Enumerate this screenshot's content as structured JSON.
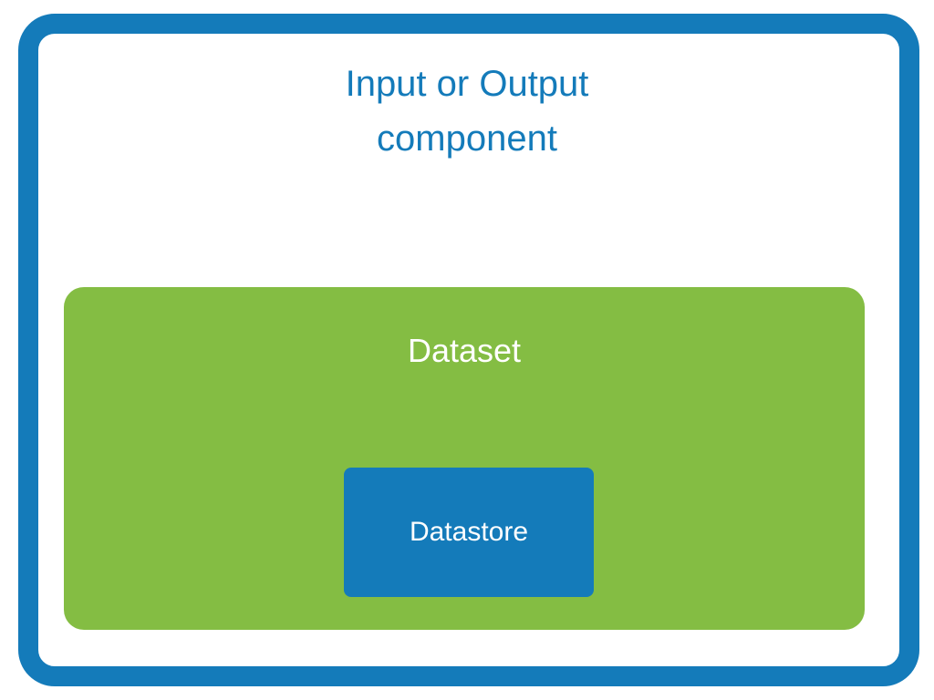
{
  "colors": {
    "component_blue": "#147bba",
    "dataset_green": "#84bd43",
    "text_white": "#ffffff"
  },
  "component": {
    "title_line1": "Input or Output",
    "title_line2": "component"
  },
  "dataset": {
    "label": "Dataset"
  },
  "datastore": {
    "label": "Datastore"
  }
}
